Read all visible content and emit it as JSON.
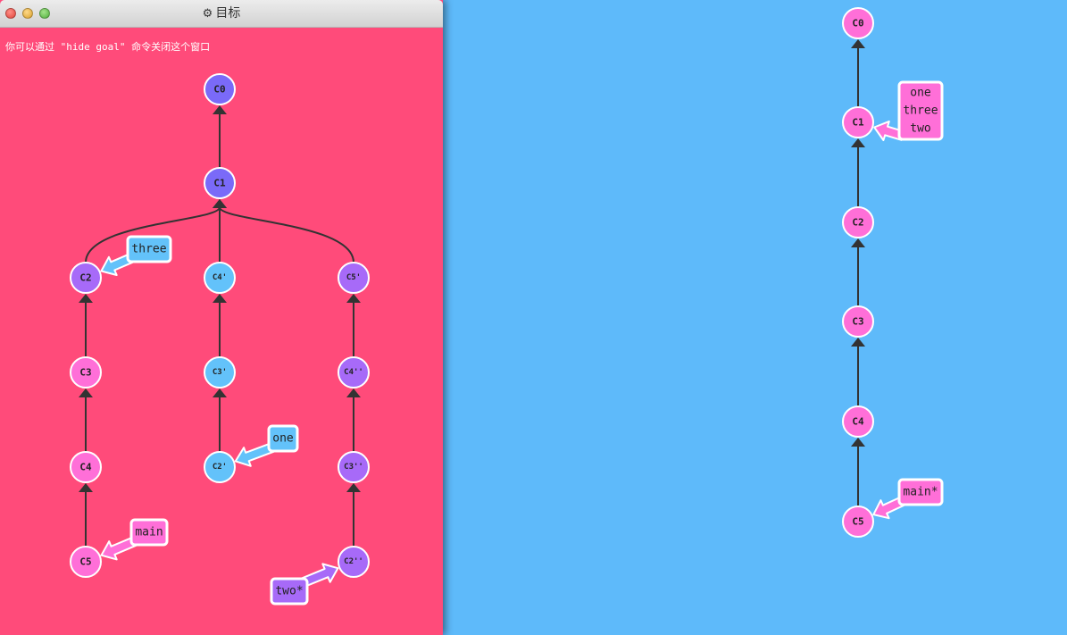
{
  "window": {
    "title": "目标",
    "hint": "你可以通过 \"hide goal\" 命令关闭这个窗口"
  },
  "colors": {
    "goal_bg": "#ff4b7a",
    "canvas_bg": "#5ebafa",
    "main_branch": "#ff6fd8",
    "one_branch": "#63c2fa",
    "two_branch": "#a76af8",
    "root": "#7a6af8"
  },
  "goal_tree": {
    "commits": [
      {
        "id": "C0",
        "color": "#7a6af8"
      },
      {
        "id": "C1",
        "color": "#7a6af8"
      },
      {
        "id": "C2",
        "color": "#a76af8"
      },
      {
        "id": "C3",
        "color": "#ff6fd8"
      },
      {
        "id": "C4",
        "color": "#ff6fd8"
      },
      {
        "id": "C5",
        "color": "#ff6fd8"
      },
      {
        "id": "C4'",
        "color": "#63c2fa"
      },
      {
        "id": "C3'",
        "color": "#63c2fa"
      },
      {
        "id": "C2'",
        "color": "#63c2fa"
      },
      {
        "id": "C5'",
        "color": "#a76af8"
      },
      {
        "id": "C4''",
        "color": "#a76af8"
      },
      {
        "id": "C3''",
        "color": "#a76af8"
      },
      {
        "id": "C2''",
        "color": "#a76af8"
      }
    ],
    "edges": [
      [
        "C1",
        "C0"
      ],
      [
        "C2",
        "C1"
      ],
      [
        "C3",
        "C2"
      ],
      [
        "C4",
        "C3"
      ],
      [
        "C5",
        "C4"
      ],
      [
        "C4'",
        "C1"
      ],
      [
        "C3'",
        "C4'"
      ],
      [
        "C2'",
        "C3'"
      ],
      [
        "C5'",
        "C1"
      ],
      [
        "C4''",
        "C5'"
      ],
      [
        "C3''",
        "C4''"
      ],
      [
        "C2''",
        "C3''"
      ]
    ],
    "branches": [
      {
        "name": "three",
        "target": "C2",
        "color": "#63c2fa"
      },
      {
        "name": "one",
        "target": "C2'",
        "color": "#63c2fa"
      },
      {
        "name": "main",
        "target": "C5",
        "color": "#ff6fd8"
      },
      {
        "name": "two*",
        "target": "C2''",
        "color": "#a76af8"
      }
    ]
  },
  "current_tree": {
    "commits": [
      {
        "id": "C0",
        "color": "#ff6fd8"
      },
      {
        "id": "C1",
        "color": "#ff6fd8"
      },
      {
        "id": "C2",
        "color": "#ff6fd8"
      },
      {
        "id": "C3",
        "color": "#ff6fd8"
      },
      {
        "id": "C4",
        "color": "#ff6fd8"
      },
      {
        "id": "C5",
        "color": "#ff6fd8"
      }
    ],
    "edges": [
      [
        "C1",
        "C0"
      ],
      [
        "C2",
        "C1"
      ],
      [
        "C3",
        "C2"
      ],
      [
        "C4",
        "C3"
      ],
      [
        "C5",
        "C4"
      ]
    ],
    "branches": [
      {
        "name": "one\nthree\ntwo",
        "target": "C1",
        "color": "#ff6fd8"
      },
      {
        "name": "main*",
        "target": "C5",
        "color": "#ff6fd8"
      }
    ]
  }
}
